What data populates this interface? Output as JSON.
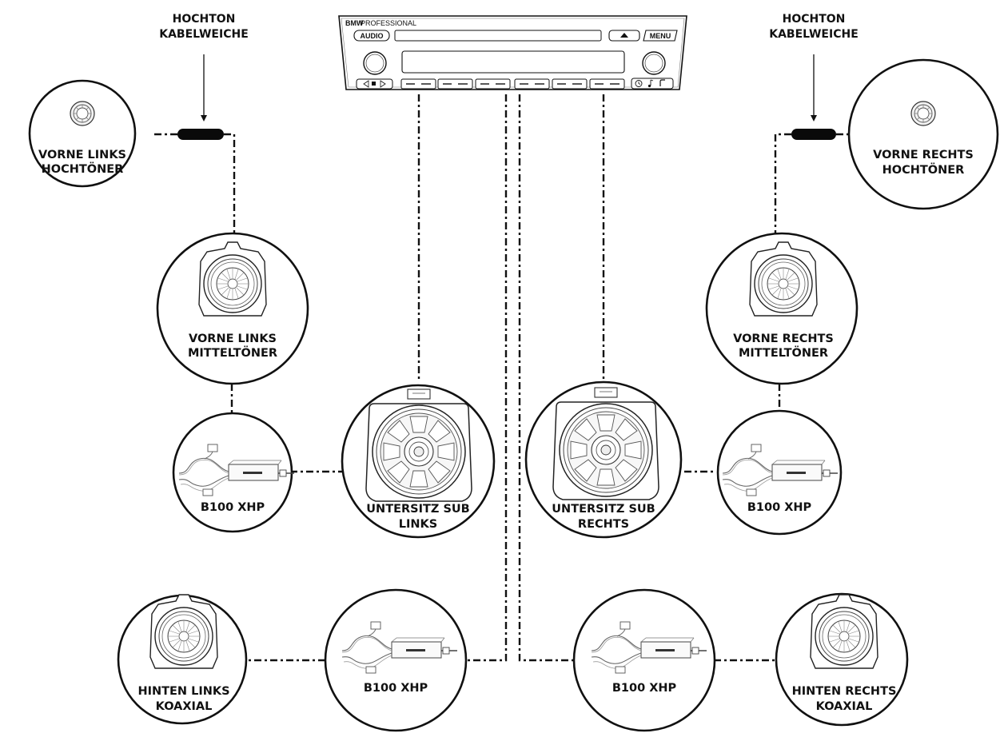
{
  "head_unit": {
    "brand": "BMW",
    "model": "PROFESSIONAL",
    "audio_button": "AUDIO",
    "menu_button": "MENU",
    "icons": [
      "prev-icon",
      "stop-icon",
      "next-icon",
      "eject-icon",
      "clock-icon",
      "music-note-icon",
      "phone-icon"
    ]
  },
  "callouts": {
    "left": [
      "HOCHTON",
      "KABELWEICHE"
    ],
    "right": [
      "HOCHTON",
      "KABELWEICHE"
    ]
  },
  "nodes": {
    "front_left_tweeter": [
      "VORNE LINKS",
      "HOCHTÖNER"
    ],
    "front_right_tweeter": [
      "VORNE RECHTS",
      "HOCHTÖNER"
    ],
    "front_left_mid": [
      "VORNE LINKS",
      "MITTELTÖNER"
    ],
    "front_right_mid": [
      "VORNE RECHTS",
      "MITTELTÖNER"
    ],
    "left_amp": [
      "B100 XHP"
    ],
    "right_amp": [
      "B100 XHP"
    ],
    "left_sub": [
      "UNTERSITZ SUB",
      "LINKS"
    ],
    "right_sub": [
      "UNTERSITZ SUB",
      "RECHTS"
    ],
    "rear_left_coax": [
      "HINTEN LINKS",
      "KOAXIAL"
    ],
    "rear_right_coax": [
      "HINTEN RECHTS",
      "KOAXIAL"
    ],
    "rear_left_amp": [
      "B100 XHP"
    ],
    "rear_right_amp": [
      "B100 XHP"
    ]
  },
  "colors": {
    "line": "#111111",
    "background": "#ffffff"
  }
}
